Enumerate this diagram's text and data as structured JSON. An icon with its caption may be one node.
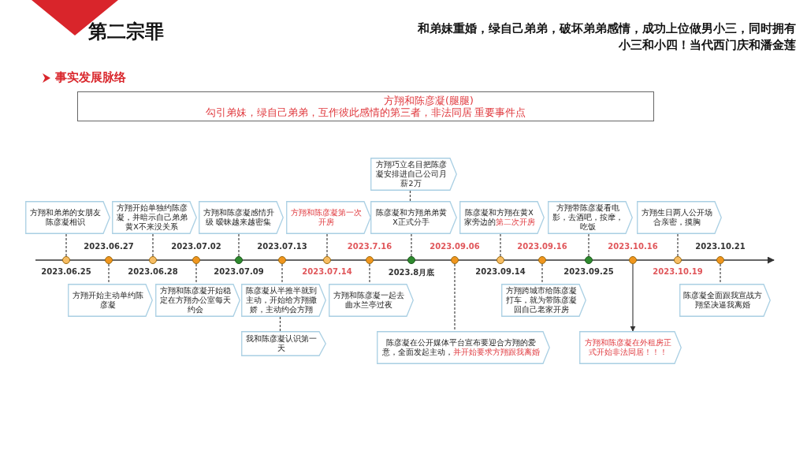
{
  "diagram": {
    "nodes": [
      {
        "text": [
          "方翔和陈彦凝(腿腿)",
          "勾引弟妹，绿自己弟弟，互作彼此感情的第三者，非法同居 重要事件点"
        ]
      },
      {
        "text": [
          "方翔和弟弟的女朋友陈彦凝相识"
        ]
      },
      {
        "text": [
          "方翔开始单独约陈彦凝，并暗示自己弟弟黄X不来没关系"
        ]
      },
      {
        "text": [
          "方翔和陈彦凝感情升级 暧昧越来越密集"
        ]
      },
      {
        "text": [
          "方翔和陈彦凝第一次开房"
        ]
      },
      {
        "text": [
          "方翔巧立名目把陈彦凝安排进自己公司月薪2万"
        ]
      },
      {
        "text": [
          "陈彦凝和方翔弟弟黄X正式分手"
        ]
      },
      {
        "text": [
          "陈彦凝和方翔在黄X家旁边的",
          "第二次开房"
        ]
      },
      {
        "text": [
          "方翔带陈彦凝看电影，去酒吧，按摩，吃饭"
        ]
      },
      {
        "text": [
          "方翔生日两人公开场合亲密，摸胸"
        ]
      },
      {
        "text": [],
        "shape": "circle",
        "beside": [
          "2023.06.25"
        ]
      },
      {
        "text": [],
        "shape": "circle",
        "beside": [
          "2023.06.27"
        ]
      },
      {
        "text": [],
        "shape": "circle",
        "beside": [
          "2023.06.28"
        ]
      },
      {
        "text": [],
        "shape": "circle",
        "beside": [
          "2023.07.02"
        ]
      },
      {
        "text": [],
        "shape": "circle",
        "beside": [
          "2023.07.09"
        ]
      },
      {
        "text": [],
        "shape": "circle",
        "beside": [
          "2023.07.13"
        ]
      },
      {
        "text": [],
        "shape": "circle",
        "beside": [
          "2023.07.14"
        ]
      },
      {
        "text": [],
        "shape": "circle",
        "beside": [
          "2023.7.16"
        ]
      },
      {
        "text": [],
        "shape": "circle",
        "beside": [
          "2023.8月底"
        ]
      },
      {
        "text": [],
        "shape": "circle",
        "beside": [
          "2023.09.06"
        ]
      },
      {
        "text": [],
        "shape": "circle",
        "beside": [
          "2023.09.14"
        ]
      },
      {
        "text": [],
        "shape": "circle",
        "beside": [
          "2023.09.16"
        ]
      },
      {
        "text": [],
        "shape": "circle",
        "beside": [
          "2023.09.25"
        ]
      },
      {
        "text": [],
        "shape": "circle",
        "beside": [
          "2023.10.16"
        ]
      },
      {
        "text": [],
        "shape": "circle",
        "beside": [
          "2023.10.19"
        ]
      },
      {
        "text": [],
        "shape": "circle",
        "beside": [
          "2023.10.21"
        ]
      },
      {
        "text": [
          "方翔开始主动单约陈彦凝"
        ]
      },
      {
        "text": [
          "方翔和陈彦凝开始稳定在方翔办公室每天约会"
        ]
      },
      {
        "text": [
          "陈彦凝从半推半就到主动，开始给方翔撒娇，主动约会方翔"
        ]
      },
      {
        "text": [
          "我和陈彦凝认识第一天"
        ]
      },
      {
        "text": [
          "方翔和陈彦凝一起去曲水兰亭过夜"
        ]
      },
      {
        "text": [
          "陈彦凝在公开媒体平台宣布要迎合方翔的爱意，全面发起主动，",
          "并开始要求方翔跟我离婚"
        ]
      },
      {
        "text": [
          "方翔跨城市给陈彦凝打车，就为带陈彦凝回自己老家开房"
        ]
      },
      {
        "text": [
          "方翔和陈彦凝在外租房正式开始非法同居！！！"
        ]
      },
      {
        "text": [
          "陈彦凝全面跟我宣战方翔坚决逼我离婚"
        ]
      }
    ],
    "edges": [
      {
        "from": 1,
        "to": 10,
        "arrow": "none",
        "style": "dashed"
      },
      {
        "from": 2,
        "to": 12,
        "arrow": "none",
        "style": "dashed"
      },
      {
        "from": 3,
        "to": 14,
        "arrow": "none",
        "style": "dashed"
      },
      {
        "from": 4,
        "to": 16,
        "arrow": "none",
        "style": "dashed"
      },
      {
        "from": 5,
        "to": 6,
        "arrow": "none",
        "style": "dashed"
      },
      {
        "from": 6,
        "to": 18,
        "arrow": "none",
        "style": "dashed"
      },
      {
        "from": 7,
        "to": 20,
        "arrow": "none",
        "style": "dashed"
      },
      {
        "from": 8,
        "to": 22,
        "arrow": "none",
        "style": "dashed"
      },
      {
        "from": 9,
        "to": 24,
        "arrow": "none",
        "style": "dashed"
      },
      {
        "from": 11,
        "to": 26,
        "arrow": "none",
        "style": "dashed"
      },
      {
        "from": 13,
        "to": 27,
        "arrow": "none",
        "style": "dashed"
      },
      {
        "from": 15,
        "to": 28,
        "arrow": "none",
        "style": "dashed"
      },
      {
        "from": 28,
        "to": 29,
        "arrow": "none",
        "style": "dashed"
      },
      {
        "from": 17,
        "to": 30,
        "arrow": "none",
        "style": "dashed"
      },
      {
        "from": 19,
        "to": 31,
        "arrow": "none",
        "style": "dashed"
      },
      {
        "from": 21,
        "to": 32,
        "arrow": "none",
        "style": "dashed"
      },
      {
        "from": 23,
        "to": 33,
        "arrow": "to"
      },
      {
        "from": 25,
        "to": 34,
        "arrow": "none",
        "style": "dashed"
      }
    ],
    "labels": [
      "第二宗罪",
      "和弟妹重婚，绿自己弟弟，破坏弟弟感情，成功上位做男小三，同时拥有小三和小四！当代西门庆和潘金莲",
      "事实发展脉络"
    ]
  }
}
